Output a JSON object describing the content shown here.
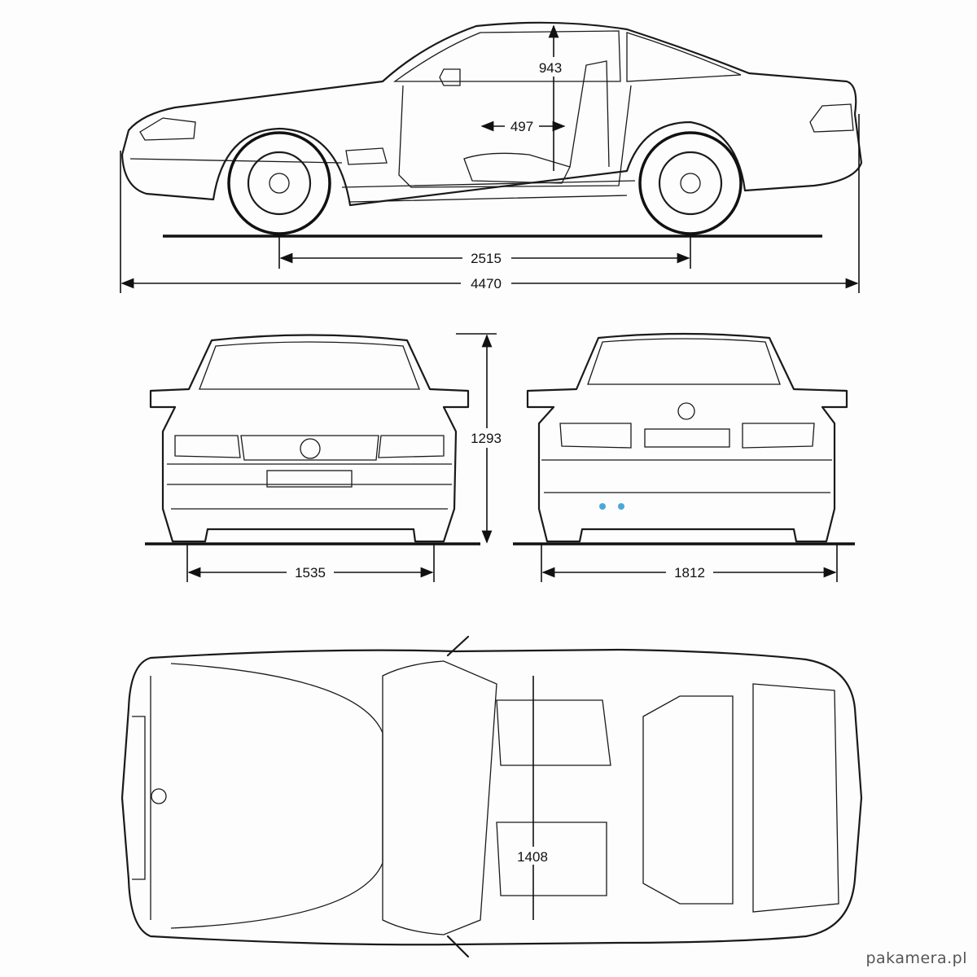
{
  "dimensions": {
    "roof_height_interior": "943",
    "seat_depth": "497",
    "wheelbase": "2515",
    "length": "4470",
    "height": "1293",
    "front_track": "1535",
    "width": "1812",
    "interior_width": "1408"
  },
  "watermark": "pakamera.pl",
  "colors": {
    "line": "#1a1a1a",
    "accent": "#4aa8d8",
    "background": "#fdfdfd"
  }
}
